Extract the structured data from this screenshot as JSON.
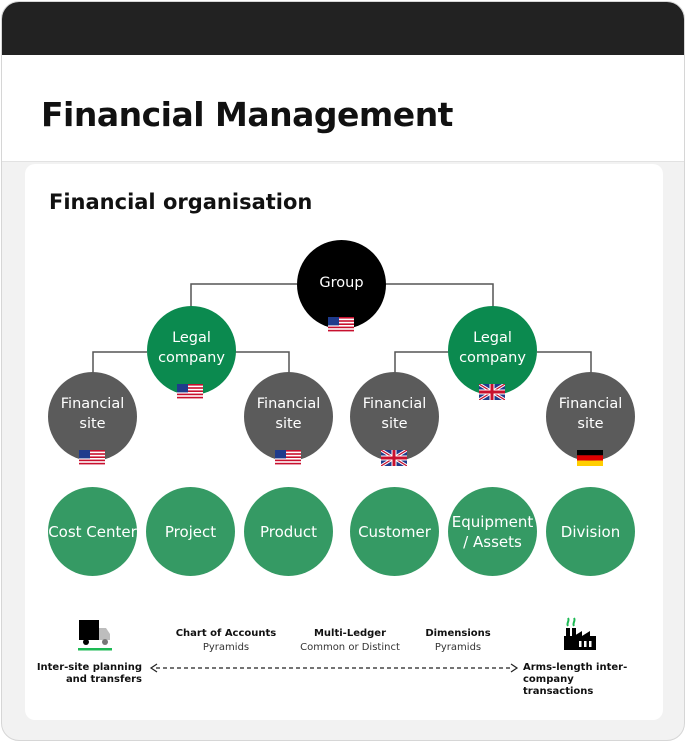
{
  "header": {
    "title": "Financial Management"
  },
  "card": {
    "title": "Financial organisation"
  },
  "nodes": {
    "group": {
      "label": "Group",
      "flag": "us-flag-icon"
    },
    "legal_left": {
      "label": "Legal\ncompany",
      "flag": "us-flag-icon"
    },
    "legal_right": {
      "label": "Legal\ncompany",
      "flag": "uk-flag-icon"
    },
    "site_1": {
      "label": "Financial\nsite",
      "flag": "us-flag-icon"
    },
    "site_2": {
      "label": "Financial\nsite",
      "flag": "us-flag-icon"
    },
    "site_3": {
      "label": "Financial\nsite",
      "flag": "uk-flag-icon"
    },
    "site_4": {
      "label": "Financial\nsite",
      "flag": "de-flag-icon"
    }
  },
  "dimensions": [
    {
      "label": "Cost Center"
    },
    {
      "label": "Project"
    },
    {
      "label": "Product"
    },
    {
      "label": "Customer"
    },
    {
      "label": "Equipment\n/ Assets"
    },
    {
      "label": "Division"
    }
  ],
  "footer": {
    "left_label": "Inter-site planning\nand transfers",
    "right_label": "Arms-length inter-\ncompany transactions",
    "features": [
      {
        "title": "Chart of Accounts",
        "subtitle": "Pyramids"
      },
      {
        "title": "Multi-Ledger",
        "subtitle": "Common or Distinct"
      },
      {
        "title": "Dimensions",
        "subtitle": "Pyramids"
      }
    ],
    "left_icon": "truck-icon",
    "right_icon": "factory-icon"
  },
  "colors": {
    "group": "#000000",
    "legal": "#0b8a4f",
    "site": "#5b5b5b",
    "dimension": "#359a64",
    "connector": "#555555",
    "accent_green": "#1db954"
  }
}
